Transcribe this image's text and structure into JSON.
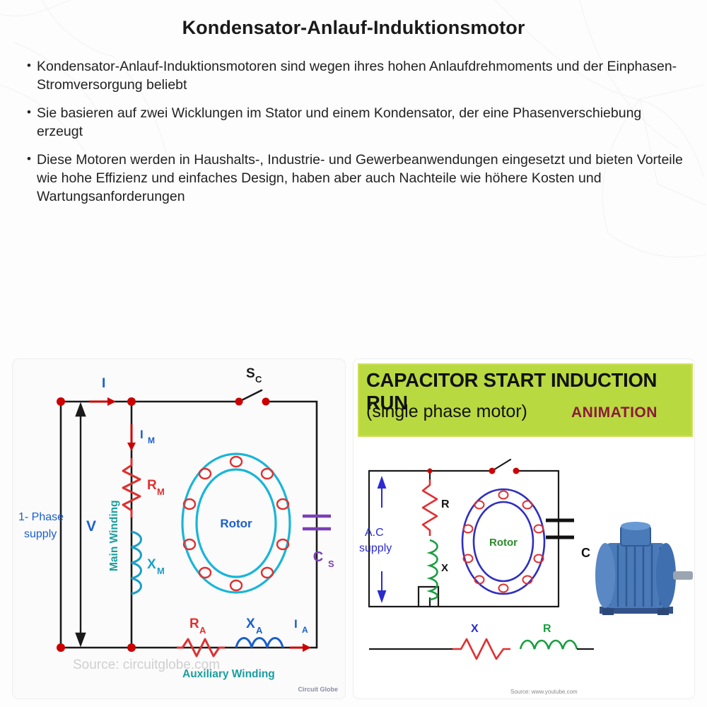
{
  "header": {
    "title": "Kondensator-Anlauf-Induktionsmotor"
  },
  "bullets": [
    "Kondensator-Anlauf-Induktionsmotoren sind wegen ihres hohen Anlaufdrehmoments und der Einphasen-Stromversorgung beliebt",
    "Sie basieren auf zwei Wicklungen im Stator und einem Kondensator, der eine Phasenverschiebung erzeugt",
    "Diese Motoren werden in Haushalts-, Industrie- und Gewerbeanwendungen eingesetzt und bieten Vorteile wie hohe Effizienz und einfaches Design, haben aber auch Nachteile wie höhere Kosten und Wartungsanforderungen"
  ],
  "bullet_marker": "•",
  "left_figure": {
    "caption_source": "Source: circuitglobe.com",
    "watermark": "Circuit Globe",
    "labels": {
      "current_I": "I",
      "switch": "S",
      "switch_sub": "C",
      "current_IM": "I",
      "current_IM_sub": "M",
      "resistor_main": "R",
      "resistor_main_sub": "M",
      "reactance_main": "X",
      "reactance_main_sub": "M",
      "supply_line1": "1- Phase",
      "supply_line2": "supply",
      "voltage": "V",
      "main_winding": "Main Winding",
      "rotor": "Rotor",
      "capacitor": "C",
      "capacitor_sub": "S",
      "resistor_aux": "R",
      "resistor_aux_sub": "A",
      "reactance_aux": "X",
      "reactance_aux_sub": "A",
      "current_IA": "I",
      "current_IA_sub": "A",
      "aux_winding": "Auxiliary Winding"
    },
    "colors": {
      "wire": "#1a1a1a",
      "node": "#cc0000",
      "coil": "#19b5d8",
      "resistor": "#e03030",
      "inductor": "#1aa0c8",
      "capacitor": "#7b3fb5",
      "label_teal": "#1a9e9e",
      "label_blue": "#1a5fd0"
    }
  },
  "right_figure": {
    "banner_line1": "CAPACITOR START INDUCTION RUN",
    "banner_line2": "(single phase motor)",
    "banner_line3": "ANIMATION",
    "labels": {
      "ac_supply_line1": "A.C",
      "ac_supply_line2": "supply",
      "resistor_R": "R",
      "reactance_X_left": "X",
      "reactance_X_bottom": "X",
      "rotor": "Rotor",
      "capacitor_C": "C"
    },
    "source": "Source: www.youtube.com",
    "colors": {
      "banner_bg": "#b9d940",
      "animation_text": "#8b1a3a",
      "motor_body": "#3f6fae",
      "rotor_ring": "#2f2fc0",
      "rotor_text": "#2b8a2b"
    }
  }
}
